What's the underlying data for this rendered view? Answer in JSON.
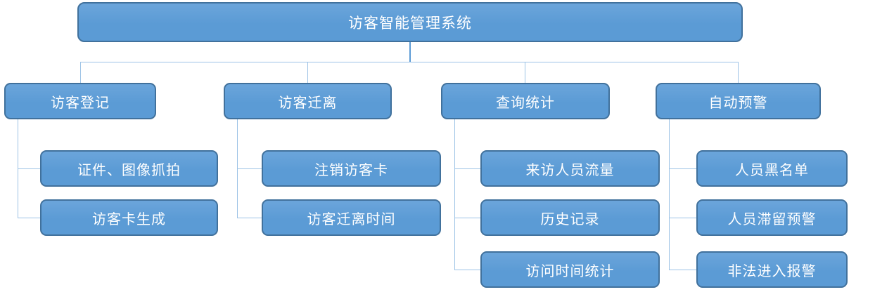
{
  "diagram": {
    "title": "访客智能管理系统",
    "branches": [
      {
        "label": "访客登记",
        "children": [
          "证件、图像抓拍",
          "访客卡生成"
        ]
      },
      {
        "label": "访客迁离",
        "children": [
          "注销访客卡",
          "访客迁离时间"
        ]
      },
      {
        "label": "查询统计",
        "children": [
          "来访人员流量",
          "历史记录",
          "访问时间统计"
        ]
      },
      {
        "label": "自动预警",
        "children": [
          "人员黑名单",
          "人员滞留预警",
          "非法进入报警"
        ]
      }
    ],
    "colors": {
      "box_fill": "#5B9BD5",
      "box_fill_top": "#6BA5DB",
      "box_border": "#41719C",
      "text": "#FFFFFF",
      "connector": "#9DC3E6",
      "connector_strong": "#5B9BD5"
    }
  }
}
